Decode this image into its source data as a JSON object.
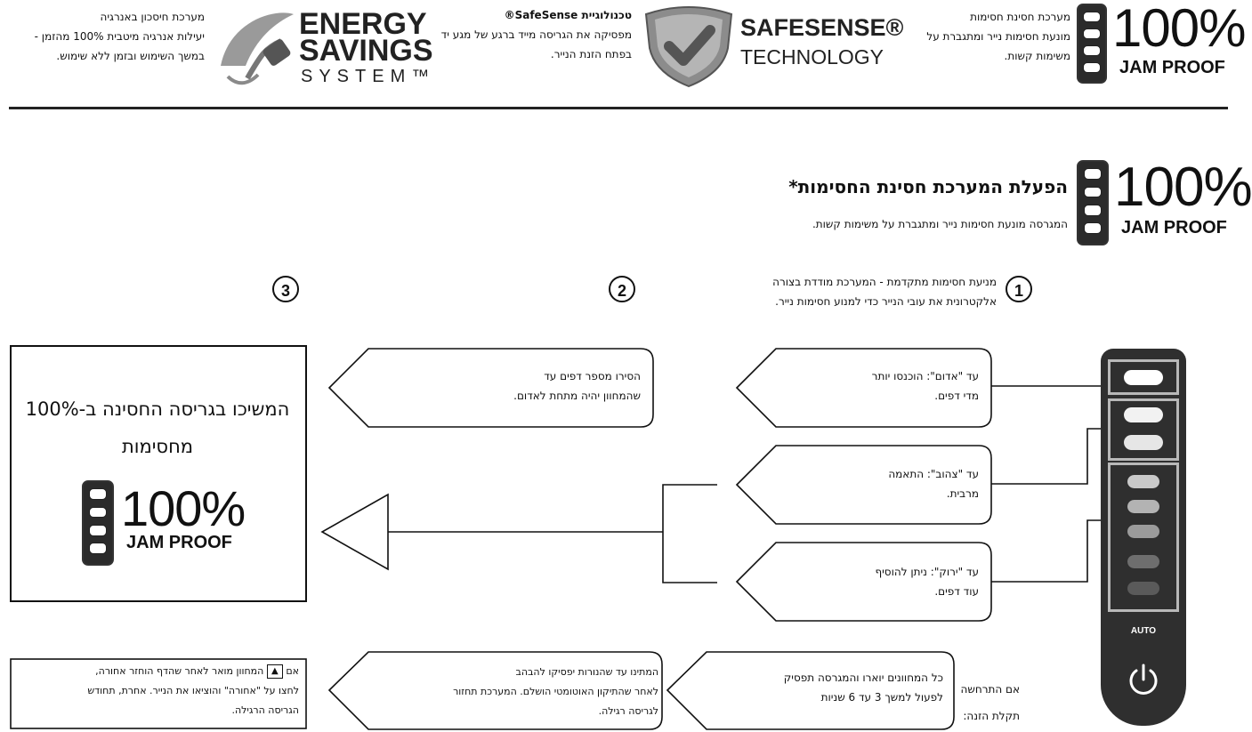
{
  "header": {
    "energy": {
      "title": "מערכת חיסכון באנרגיה",
      "line1": "יעילות אנרגיה מיטבית 100% מהזמן -",
      "line2": "במשך השימוש ובזמן ללא שימוש.",
      "logo_line1": "ENERGY",
      "logo_line2": "SAVINGS",
      "logo_line3": "SYSTEM™"
    },
    "safesense": {
      "title": "טכנולוגיית SafeSense®",
      "line1": "מפסיקה את הגריסה מייד ברגע של מגע יד",
      "line2": "בפתח הזנת הנייר.",
      "logo_line1": "SAFESENSE®",
      "logo_line2": "TECHNOLOGY"
    },
    "jam": {
      "title": "מערכת חסינת חסימות",
      "line1": "מונעת חסימות נייר ומתגברת על",
      "line2": "משימות קשות.",
      "logo_pct": "100%",
      "logo_label": "JAM PROOF"
    }
  },
  "section": {
    "title": "הפעלת המערכת חסינת החסימות*",
    "subtitle": "המגרסה מונעת חסימות נייר ומתגברת על משימות קשות.",
    "logo_pct": "100%",
    "logo_label": "JAM PROOF"
  },
  "steps": {
    "s1": {
      "num": "1",
      "line1": "מניעת חסימות מתקדמת - המערכת מודדת בצורה",
      "line2": "אלקטרונית את עובי הנייר כדי למנוע חסימות נייר."
    },
    "s2": {
      "num": "2"
    },
    "s3": {
      "num": "3"
    }
  },
  "callouts": {
    "red": {
      "line1": "עד \"אדום\": הוכנסו יותר",
      "line2": "מדי דפים."
    },
    "yellow": {
      "line1": "עד \"צהוב\": התאמה",
      "line2": "מרבית."
    },
    "green": {
      "line1": "עד \"ירוק\": ניתן להוסיף",
      "line2": "עוד דפים."
    },
    "remove": {
      "line1": "הסירו מספר דפים עד",
      "line2": "שהמחוון יהיה מתחת לאדום."
    },
    "stop": {
      "line1": "כל המחוונים יוארו והמגרסה תפסיק",
      "line2": "לפעול למשך 3 עד 6 שניות"
    },
    "wait": {
      "line1": "המתינו עד שהנורות יפסיקו להבהב",
      "line2": "לאחר שהתיקון האוטומטי הושלם. המערכת תחזור",
      "line3": "לגריסה רגילה."
    }
  },
  "continue_box": {
    "line1": "המשיכו בגריסה החסינה ב-100%",
    "line2": "מחסימות",
    "logo_pct": "100%",
    "logo_label": "JAM PROOF"
  },
  "jam_occurs": {
    "line1": "אם התרחשה",
    "line2": "תקלת הזנה:"
  },
  "reverse_box": {
    "pre": "אם",
    "line1": "המחוון מואר לאחר שהדף הוחזר אחורה,",
    "line2": "לחצו על \"אחורה\" והוציאו את הנייר. אחרת, תחודש",
    "line3": "הגריסה הרגילה."
  },
  "panel": {
    "auto_label": "AUTO",
    "power_icon": "power-icon"
  },
  "colors": {
    "ink": "#111111",
    "panel": "#2f2f2f",
    "panel_frame": "#b8b8b8"
  }
}
